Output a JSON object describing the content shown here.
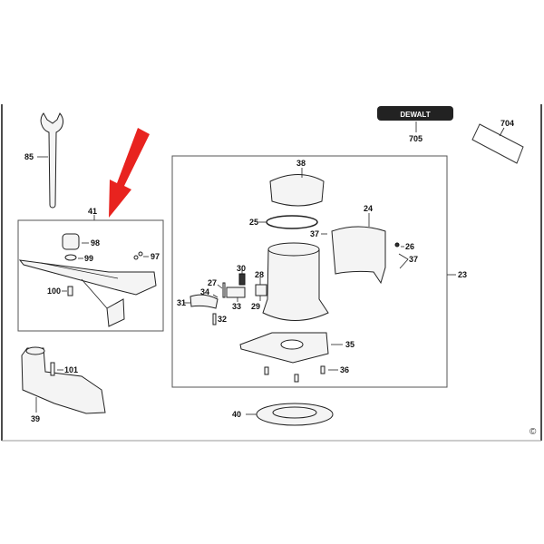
{
  "brand_badge": "DEWALT",
  "labels": {
    "p85": "85",
    "p41": "41",
    "p98": "98",
    "p99": "99",
    "p97": "97",
    "p100": "100",
    "p101": "101",
    "p39": "39",
    "p38": "38",
    "p24": "24",
    "p25": "25",
    "p37a": "37",
    "p26": "26",
    "p37b": "37",
    "p23": "23",
    "p30": "30",
    "p28": "28",
    "p27": "27",
    "p34": "34",
    "p31": "31",
    "p33": "33",
    "p29": "29",
    "p32": "32",
    "p35": "35",
    "p36": "36",
    "p40": "40",
    "p705": "705",
    "p704": "704"
  },
  "copyright": "©",
  "colors": {
    "arrow": "#e8231f",
    "line": "#222222"
  }
}
